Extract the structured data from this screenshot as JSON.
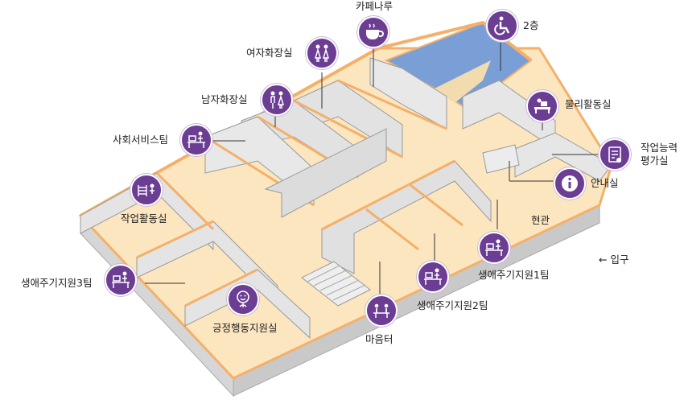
{
  "labels": {
    "cafe": "카페나루",
    "floor2": "2층",
    "womens_restroom": "여자화장실",
    "mens_restroom": "남자화장실",
    "physio_room": "물리활동실",
    "social_service_team": "사회서비스팀",
    "vocational_eval_line1": "작업능력",
    "vocational_eval_line2": "평가실",
    "info_desk": "안내실",
    "work_activity_room": "작업활동실",
    "lobby": "현관",
    "entrance": "입구",
    "lifecycle_team1": "생애주기지원1팀",
    "lifecycle_team3": "생애주기지원3팀",
    "lifecycle_team2": "생애주기지원2팀",
    "positive_behavior_room": "긍정행동지원실",
    "maeumteo": "마음터"
  },
  "icons": {
    "cafe": "coffee-cup-icon",
    "floor2": "wheelchair-icon",
    "womens_restroom": "women-restroom-icon",
    "mens_restroom": "men-restroom-icon",
    "physio_room": "massage-bed-icon",
    "social_service_team": "desk-worker-icon",
    "vocational_eval": "clipboard-check-icon",
    "info_desk": "information-icon",
    "work_activity_room": "abacus-person-icon",
    "lifecycle_team1": "desk-worker-icon",
    "lifecycle_team3": "desk-worker-icon",
    "lifecycle_team2": "desk-worker-icon",
    "positive_behavior_room": "smile-flower-icon",
    "maeumteo": "meeting-table-icon"
  },
  "colors": {
    "floor": "#fce6bf",
    "wall_top": "#f4b06a",
    "wall_face": "#e8e8e8",
    "wall_side": "#cfcfcf",
    "stair_area": "#7a9fd6",
    "icon": "#6b3d93",
    "leader": "#333333"
  }
}
